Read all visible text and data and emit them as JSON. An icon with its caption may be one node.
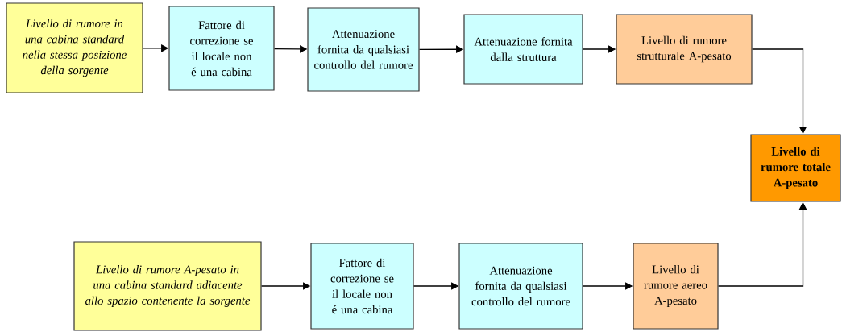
{
  "diagram": {
    "nodes": [
      {
        "text": [
          "Livello di rumore in una cabina standard nella stessa posizione della sorgente"
        ]
      },
      {
        "text": [
          "Fattore di correzione se il locale non é una cabina"
        ]
      },
      {
        "text": [
          "Attenuazione fornita da qualsiasi controllo del rumore"
        ]
      },
      {
        "text": [
          "Attenuazione fornita dalla struttura"
        ]
      },
      {
        "text": [
          "Livello di rumore strutturale A-pesato"
        ]
      },
      {
        "text": [
          "Livello di rumore totale A-pesato"
        ]
      },
      {
        "text": [
          "Livello di rumore A-pesato in una cabina standard adiacente allo spazio contenente la sorgente"
        ]
      },
      {
        "text": [
          "Fattore di correzione se il locale non é una cabina"
        ]
      },
      {
        "text": [
          "Attenuazione fornita da qualsiasi controllo del rumore"
        ]
      },
      {
        "text": [
          "Livello di rumore aereo A-pesato"
        ]
      }
    ],
    "edges": [
      {
        "from": 0,
        "to": 1,
        "arrow": "to"
      },
      {
        "from": 1,
        "to": 2,
        "arrow": "to"
      },
      {
        "from": 2,
        "to": 3,
        "arrow": "to"
      },
      {
        "from": 3,
        "to": 4,
        "arrow": "to"
      },
      {
        "from": 4,
        "to": 5,
        "arrow": "to"
      },
      {
        "from": 6,
        "to": 7,
        "arrow": "to"
      },
      {
        "from": 7,
        "to": 8,
        "arrow": "to"
      },
      {
        "from": 8,
        "to": 9,
        "arrow": "to"
      },
      {
        "from": 9,
        "to": 5,
        "arrow": "to"
      }
    ]
  }
}
